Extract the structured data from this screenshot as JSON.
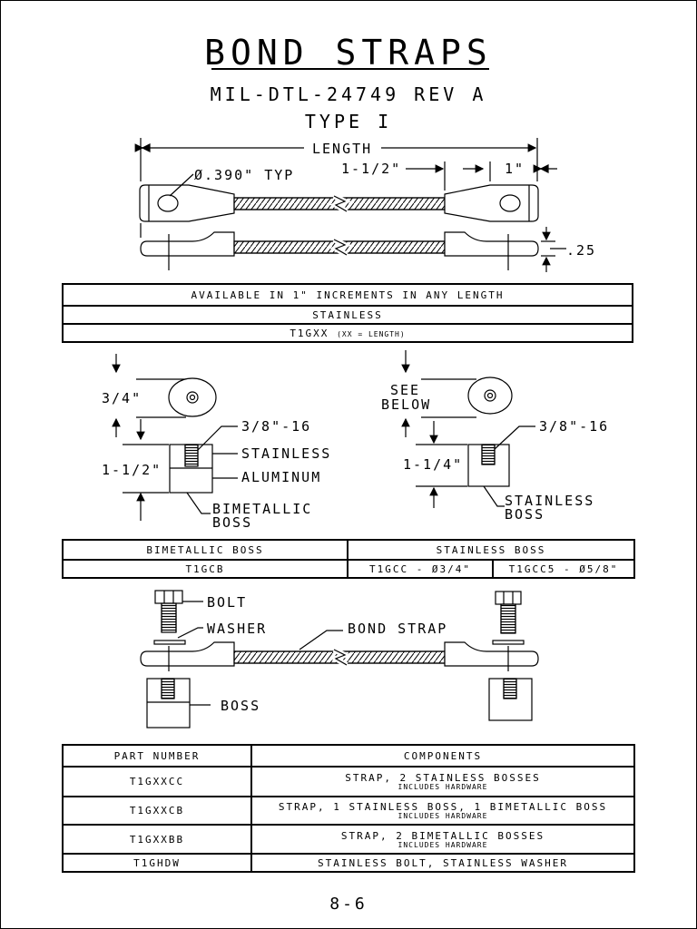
{
  "title": "BOND STRAPS",
  "spec": "MIL-DTL-24749 REV A",
  "type_label": "TYPE I",
  "strap_drawing": {
    "length_label": "LENGTH",
    "hole_label": "Ø.390\" TYP",
    "dim_a": "1-1/2\"",
    "dim_b": "1\"",
    "dim_c": ".25"
  },
  "strap_table": {
    "row1": "AVAILABLE IN 1\" INCREMENTS IN ANY LENGTH",
    "row2": "STAINLESS",
    "row3_part": "T1GXX",
    "row3_note": "(XX = LENGTH)"
  },
  "boss_drawing": {
    "bimetallic_washer_dim": "3/4\"",
    "bimetallic_thread": "3/8\"-16",
    "bimetallic_height": "1-1/2\"",
    "stainless_label": "STAINLESS",
    "aluminum_label": "ALUMINUM",
    "bimetallic_boss_label_1": "BIMETALLIC",
    "bimetallic_boss_label_2": "BOSS",
    "see_below_1": "SEE",
    "see_below_2": "BELOW",
    "stainless_thread": "3/8\"-16",
    "stainless_height": "1-1/4\"",
    "stainless_boss_label_1": "STAINLESS",
    "stainless_boss_label_2": "BOSS"
  },
  "boss_table": {
    "header_left": "BIMETALLIC BOSS",
    "header_right": "STAINLESS BOSS",
    "cell_left": "T1GCB",
    "cell_mid": "T1GCC - Ø3/4\"",
    "cell_right": "T1GCC5 - Ø5/8\""
  },
  "assembly_drawing": {
    "bolt_label": "BOLT",
    "washer_label": "WASHER",
    "bond_strap_label": "BOND STRAP",
    "boss_label": "BOSS"
  },
  "parts_table": {
    "header_part": "PART NUMBER",
    "header_components": "COMPONENTS",
    "rows": [
      {
        "part": "T1GXXCC",
        "components": "STRAP, 2 STAINLESS BOSSES",
        "note": "INCLUDES HARDWARE"
      },
      {
        "part": "T1GXXCB",
        "components": "STRAP, 1 STAINLESS BOSS, 1 BIMETALLIC BOSS",
        "note": "INCLUDES HARDWARE"
      },
      {
        "part": "T1GXXBB",
        "components": "STRAP, 2 BIMETALLIC BOSSES",
        "note": "INCLUDES HARDWARE"
      },
      {
        "part": "T1GHDW",
        "components": "STAINLESS BOLT, STAINLESS WASHER",
        "note": ""
      }
    ]
  },
  "page_number": "8-6"
}
